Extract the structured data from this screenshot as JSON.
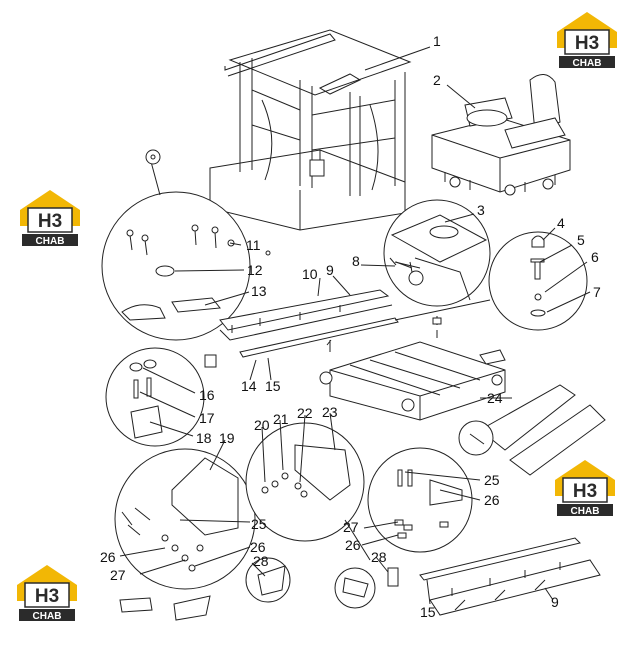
{
  "logo": {
    "letters": "H3",
    "word": "CHAB",
    "colors": {
      "gold": "#F2B705",
      "dark": "#2b2b2b"
    }
  },
  "callouts": [
    "1",
    "2",
    "3",
    "4",
    "5",
    "6",
    "7",
    "8",
    "9",
    "10",
    "11",
    "12",
    "13",
    "14",
    "15",
    "16",
    "17",
    "18",
    "19",
    "20",
    "21",
    "22",
    "23",
    "24",
    "25",
    "26",
    "27",
    "28"
  ],
  "labels": {
    "c1": "1",
    "c2": "2",
    "c3": "3",
    "c4": "4",
    "c5": "5",
    "c6": "6",
    "c7": "7",
    "c8": "8",
    "c9a": "9",
    "c10": "10",
    "c11": "11",
    "c12": "12",
    "c13": "13",
    "c14": "14",
    "c15a": "15",
    "c16": "16",
    "c17": "17",
    "c18": "18",
    "c19": "19",
    "c20": "20",
    "c21": "21",
    "c22": "22",
    "c23": "23",
    "c24": "24",
    "c25a": "25",
    "c26a": "26",
    "c27a": "27",
    "c25b": "25",
    "c26b": "26",
    "c27b": "27",
    "c26c": "26",
    "c28a": "28",
    "c26d": "26",
    "c28b": "28",
    "c15b": "15",
    "c9b": "9"
  }
}
